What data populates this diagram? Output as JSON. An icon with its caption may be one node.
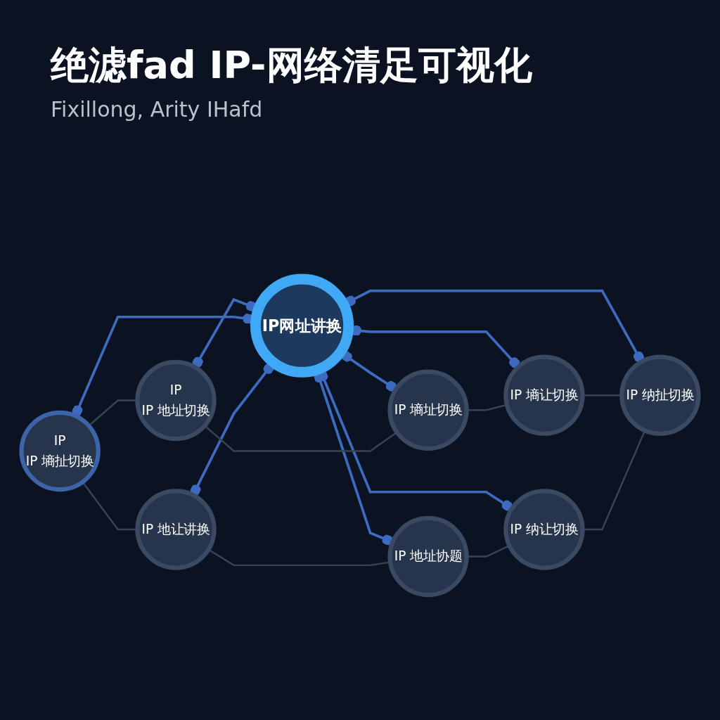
{
  "diagram": {
    "title": "绝滤fad IP-网络清足可视化",
    "nodes": [
      {
        "text": [
          "IP 墒址切换"
        ]
      },
      {
        "text": [
          "IP 墒让切换"
        ]
      },
      {
        "text": [
          "IP",
          "IP 地址切换"
        ]
      },
      {
        "text": [
          "IP 纳扯切换"
        ]
      },
      {
        "text": [
          "IP网址讲换"
        ]
      },
      {
        "text": [
          "IP",
          "IP 墒扯切换"
        ]
      },
      {
        "text": [
          "IP 纳让切换"
        ]
      },
      {
        "text": [
          "IP 地让讲换"
        ]
      },
      {
        "text": [
          "IP 地址协题"
        ]
      }
    ],
    "edges": [
      {
        "from": 4,
        "to": 0,
        "arrow": "other",
        "color": "#3d6bc0"
      },
      {
        "from": 4,
        "to": 1,
        "arrow": "other",
        "color": "#3d6bc0"
      },
      {
        "from": 2,
        "to": 4,
        "arrow": "other",
        "color": "#3d6bc0"
      },
      {
        "from": 4,
        "to": 3,
        "arrow": "other",
        "color": "#3d6bc0"
      },
      {
        "from": 5,
        "to": 4,
        "arrow": "other",
        "color": "#3d6bc0"
      },
      {
        "from": 4,
        "to": 6,
        "arrow": "other",
        "color": "#3d6bc0"
      },
      {
        "from": 7,
        "to": 4,
        "arrow": "other",
        "color": "#3d6bc0"
      },
      {
        "from": 4,
        "to": 8,
        "arrow": "other",
        "color": "#3d6bc0"
      },
      {
        "from": 2,
        "to": 0,
        "arrow": "none",
        "color": "#3a4353"
      },
      {
        "from": 0,
        "to": 1,
        "arrow": "none",
        "color": "#3a4353"
      },
      {
        "from": 1,
        "to": 3,
        "arrow": "none",
        "color": "#3a4353"
      },
      {
        "from": 6,
        "to": 3,
        "arrow": "none",
        "color": "#3a4353"
      },
      {
        "from": 8,
        "to": 6,
        "arrow": "none",
        "color": "#3a4353"
      },
      {
        "from": 7,
        "to": 8,
        "arrow": "none",
        "color": "#3a4353"
      },
      {
        "from": 5,
        "to": 7,
        "arrow": "none",
        "color": "#3a4353"
      },
      {
        "from": 5,
        "to": 2,
        "arrow": "none",
        "color": "#3a4353"
      }
    ],
    "labels": [
      "Fixillong, Arity IHafd"
    ]
  }
}
